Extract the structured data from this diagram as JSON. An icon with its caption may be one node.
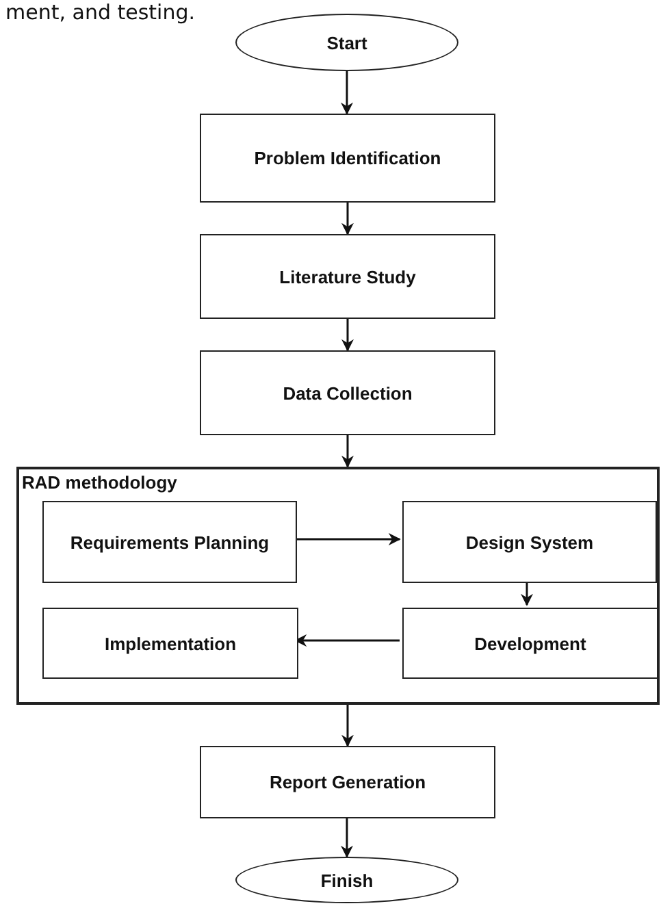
{
  "diagram": {
    "nodes": [
      {
        "text": [
          "Start"
        ]
      },
      {
        "text": [
          "Problem Identification"
        ]
      },
      {
        "text": [
          "Literature Study"
        ]
      },
      {
        "text": [
          "Data Collection"
        ]
      },
      {
        "text": [
          "RAD methodology"
        ]
      },
      {
        "text": [
          "Requirements Planning"
        ],
        "in": 4
      },
      {
        "text": [
          "Design System"
        ],
        "in": 4
      },
      {
        "text": [
          "Implementation"
        ],
        "in": 4
      },
      {
        "text": [
          "Development"
        ],
        "in": 4
      },
      {
        "text": [
          "Report Generation"
        ]
      },
      {
        "text": [
          "Finish"
        ]
      }
    ],
    "edges": [
      {
        "from": 0,
        "to": 1,
        "arrow": "to"
      },
      {
        "from": 1,
        "to": 2,
        "arrow": "to"
      },
      {
        "from": 2,
        "to": 3,
        "arrow": "to"
      },
      {
        "from": 3,
        "to": 4,
        "arrow": "to"
      },
      {
        "from": 5,
        "to": 6,
        "arrow": "to"
      },
      {
        "from": 6,
        "to": 8,
        "arrow": "to"
      },
      {
        "from": 8,
        "to": 7,
        "arrow": "to"
      },
      {
        "from": 4,
        "to": 9,
        "arrow": "to"
      },
      {
        "from": 9,
        "to": 10,
        "arrow": "to"
      }
    ],
    "labels": [
      "ment, and testing."
    ]
  }
}
